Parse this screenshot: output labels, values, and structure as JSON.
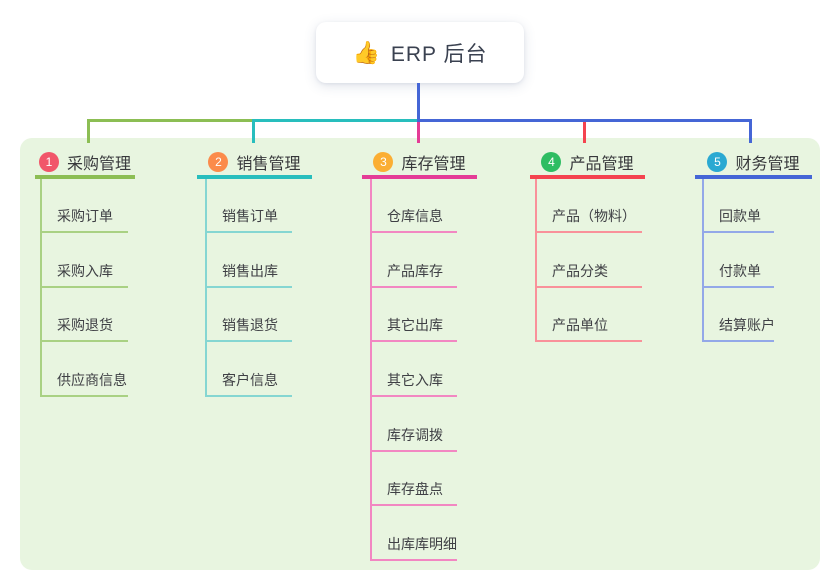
{
  "root": {
    "title": "ERP 后台",
    "emoji": "👍",
    "icon": "thumbs-up-icon"
  },
  "canvas": {
    "background": "#FFFFFF",
    "panel_background": "#E8F5E0",
    "root_connector_color": "#4566D6"
  },
  "branches": [
    {
      "number": "1",
      "label": "采购管理",
      "badge_color": "#F1566A",
      "line_color": "#8CBE54",
      "child_line_color": "#A9D183",
      "children": [
        "采购订单",
        "采购入库",
        "采购退货",
        "供应商信息"
      ]
    },
    {
      "number": "2",
      "label": "销售管理",
      "badge_color": "#FB8B4B",
      "line_color": "#28BEBD",
      "child_line_color": "#85D6D2",
      "children": [
        "销售订单",
        "销售出库",
        "销售退货",
        "客户信息"
      ]
    },
    {
      "number": "3",
      "label": "库存管理",
      "badge_color": "#FBAE33",
      "line_color": "#E43C96",
      "child_line_color": "#F287C2",
      "children": [
        "仓库信息",
        "产品库存",
        "其它出库",
        "其它入库",
        "库存调拨",
        "库存盘点",
        "出库库明细"
      ]
    },
    {
      "number": "4",
      "label": "产品管理",
      "badge_color": "#2EBD62",
      "line_color": "#F4434F",
      "child_line_color": "#F9919A",
      "children": [
        "产品（物料）",
        "产品分类",
        "产品单位"
      ]
    },
    {
      "number": "5",
      "label": "财务管理",
      "badge_color": "#2AA9D2",
      "line_color": "#4566D6",
      "child_line_color": "#93A8E8",
      "children": [
        "回款单",
        "付款单",
        "结算账户"
      ]
    }
  ]
}
